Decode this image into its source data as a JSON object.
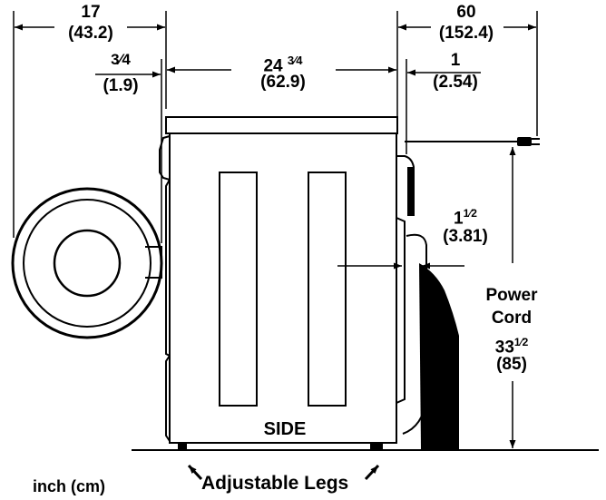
{
  "dimensions": {
    "door_depth": {
      "in": "17",
      "cm": "(43.2)"
    },
    "door_gap": {
      "in_frac": "3⁄4",
      "cm": "(1.9)"
    },
    "cabinet_depth": {
      "in_whole": "24",
      "in_frac": "3⁄4",
      "cm": "(62.9)"
    },
    "cord_reach": {
      "in": "60",
      "cm": "(152.4)"
    },
    "back_clearance": {
      "in": "1",
      "cm": "(2.54)"
    },
    "wall_gap": {
      "in_whole": "1",
      "in_frac": "1⁄2",
      "cm": "(3.81)"
    }
  },
  "power_cord": {
    "label_line1": "Power",
    "label_line2": "Cord",
    "in_whole": "33",
    "in_frac": "1⁄2",
    "cm": "(85)"
  },
  "side_label": "SIDE",
  "units_label": "inch (cm)",
  "legs_label": "Adjustable Legs"
}
